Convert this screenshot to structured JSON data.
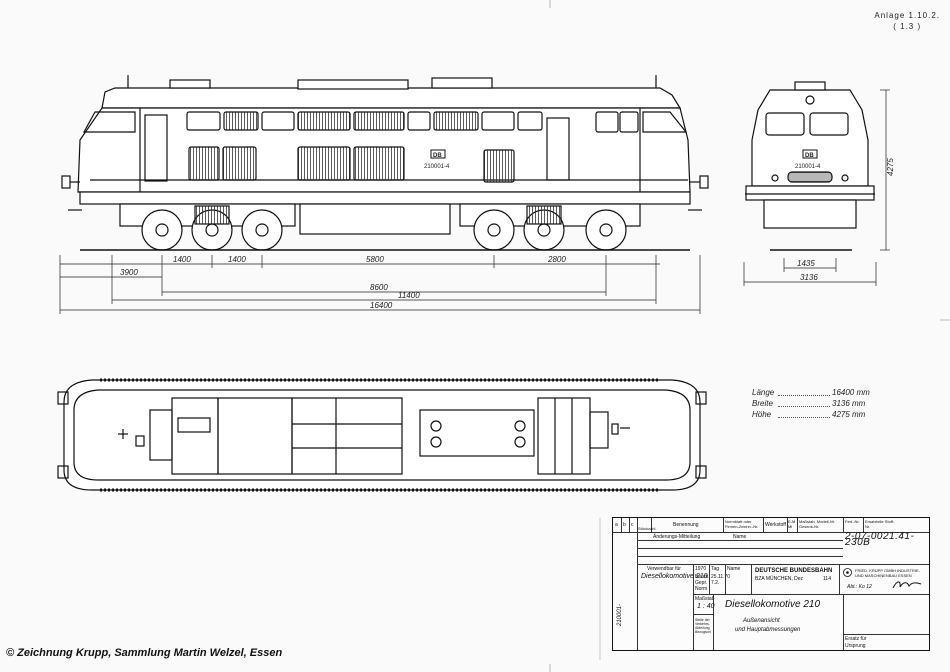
{
  "sheet": {
    "annex_label": "Anlage 1.10.2.",
    "annex_sub": "( 1.3 )",
    "loco_number": "210001-4",
    "db_logo": "DB",
    "credit": "© Zeichnung Krupp, Sammlung Martin Welzel, Essen"
  },
  "dimensions": {
    "side": [
      "1400",
      "1400",
      "5800",
      "2800",
      "3900",
      "8600",
      "11400",
      "16400"
    ],
    "front": [
      "1435",
      "3136",
      "4275"
    ]
  },
  "specs": [
    {
      "label": "Länge",
      "value": "16400 mm"
    },
    {
      "label": "Breite",
      "value": "3136 mm"
    },
    {
      "label": "Höhe",
      "value": "4275 mm"
    }
  ],
  "title_block": {
    "drawing_number": "2-07-0021.41-230B",
    "header_cols": [
      "a",
      "b",
      "c",
      "Stückzahl",
      "Benennung",
      "Normblatt oder Firmen-Zeichn.-Nr.",
      "Werkstoff",
      "E-M Mi",
      "Maßstab, Modell-Nr. Gesenk-Nr.",
      "Ersatzteile Stoff-Nr.",
      "Fert.-Nr."
    ],
    "change_label": "Änderungs-Mitteilung",
    "name_label": "Name",
    "used_for_label": "Verwendbar für",
    "used_for": "Diesellokomotive 210",
    "year": "1970",
    "day_label": "Tag",
    "name_col": "Name",
    "bearb_label": "Bearb.",
    "gepr_label": "Gepr.",
    "norm_label": "Norm",
    "date1": "25.11.70",
    "date2": "7.2.",
    "railway": "DEUTSCHE BUNDESBAHN",
    "office": "BZA MÜNCHEN, Dez",
    "office_code": "114",
    "maker_line1": "FRIED. KRUPP GMBH INDUSTRIE-",
    "maker_line2": "UND MASCHINENBAU ESSEN",
    "abt_label": "Abt.: Ko 12",
    "scale_label": "Maßstab",
    "scale": "1 : 40",
    "title": "Diesellokomotive 210",
    "subtitle1": "Außenansicht",
    "subtitle2": "und Hauptabmessungen",
    "side_code": "210001-",
    "ersatz_label": "Ersatz für",
    "ursprung_label": "Ursprung",
    "side_stamp": "Stelle der Verkehrs-Abteilung Bezugsort"
  }
}
